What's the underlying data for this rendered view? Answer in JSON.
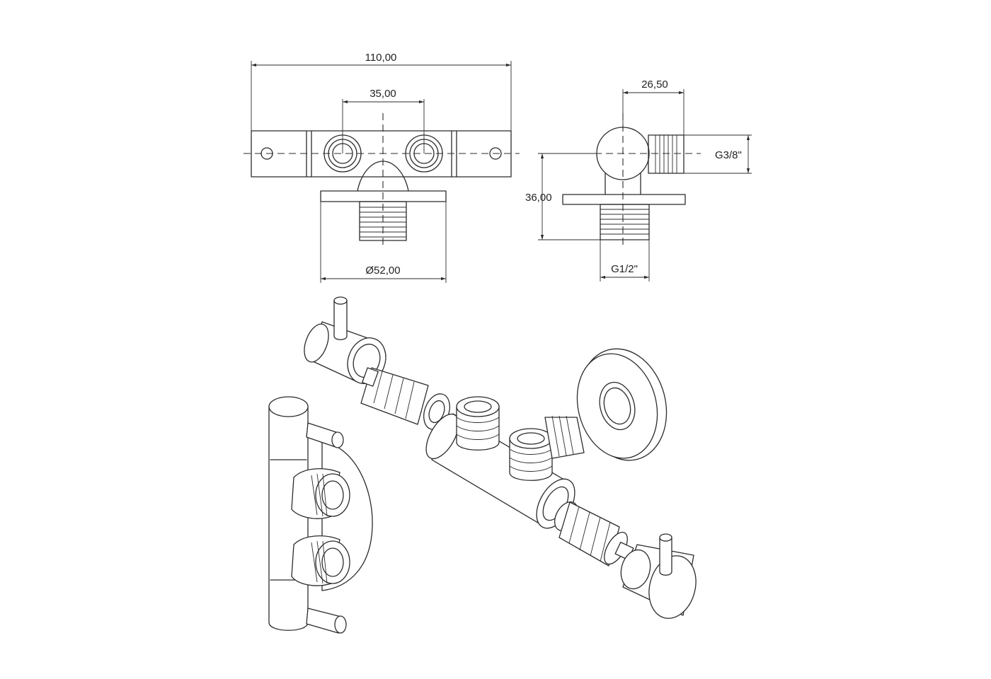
{
  "dimensions": {
    "overall_length": "110,00",
    "outlet_spacing": "35,00",
    "flange_diameter": "Ø52,00",
    "side_depth": "26,50",
    "height": "36,00",
    "outlet_thread": "G3/8\"",
    "inlet_thread": "G1/2\""
  }
}
